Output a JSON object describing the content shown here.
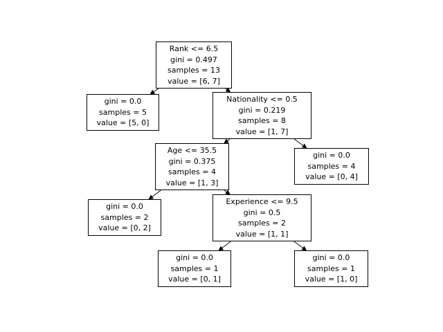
{
  "figure": {
    "background": "#ffffff"
  },
  "tree": {
    "type": "decision-tree",
    "colors": {
      "node_fill": "#ffffff",
      "node_border": "#000000",
      "edge": "#000000",
      "text": "#000000"
    },
    "nodes": [
      {
        "id": 0,
        "lines": [
          "Rank <= 6.5",
          "gini = 0.497",
          "samples = 13",
          "value = [6, 7]"
        ]
      },
      {
        "id": 1,
        "lines": [
          "gini = 0.0",
          "samples = 5",
          "value = [5, 0]"
        ]
      },
      {
        "id": 2,
        "lines": [
          "Nationality <= 0.5",
          "gini = 0.219",
          "samples = 8",
          "value = [1, 7]"
        ]
      },
      {
        "id": 3,
        "lines": [
          "Age <= 35.5",
          "gini = 0.375",
          "samples = 4",
          "value = [1, 3]"
        ]
      },
      {
        "id": 4,
        "lines": [
          "gini = 0.0",
          "samples = 4",
          "value = [0, 4]"
        ]
      },
      {
        "id": 5,
        "lines": [
          "gini = 0.0",
          "samples = 2",
          "value = [0, 2]"
        ]
      },
      {
        "id": 6,
        "lines": [
          "Experience <= 9.5",
          "gini = 0.5",
          "samples = 2",
          "value = [1, 1]"
        ]
      },
      {
        "id": 7,
        "lines": [
          "gini = 0.0",
          "samples = 1",
          "value = [0, 1]"
        ]
      },
      {
        "id": 8,
        "lines": [
          "gini = 0.0",
          "samples = 1",
          "value = [1, 0]"
        ]
      }
    ],
    "edges": [
      {
        "from": 0,
        "to": 1
      },
      {
        "from": 0,
        "to": 2
      },
      {
        "from": 2,
        "to": 3
      },
      {
        "from": 2,
        "to": 4
      },
      {
        "from": 3,
        "to": 5
      },
      {
        "from": 3,
        "to": 6
      },
      {
        "from": 6,
        "to": 7
      },
      {
        "from": 6,
        "to": 8
      }
    ]
  }
}
